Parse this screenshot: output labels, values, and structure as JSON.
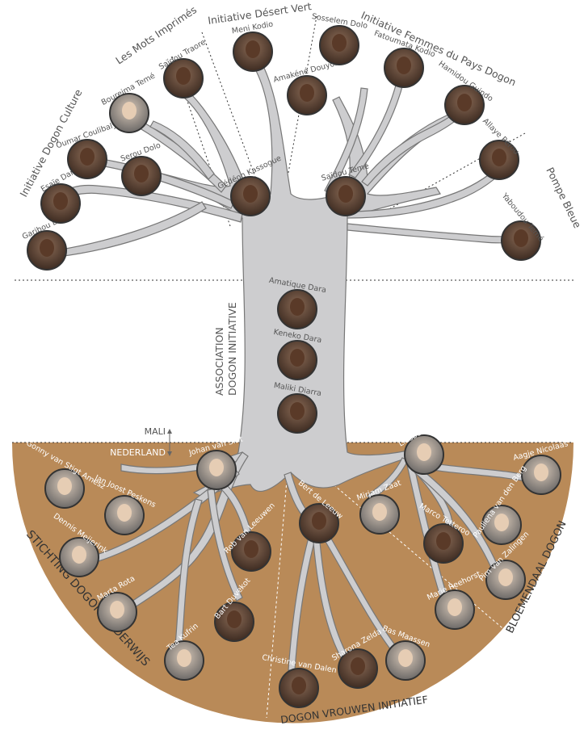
{
  "organizations": {
    "dogon_culture": "Initiative Dogon Culture",
    "mots_imprimes": "Les Mots Imprimés",
    "desert_vert": "Initiative Désert Vert",
    "femmes_pays_dogon": "Initiative Femmes du Pays Dogon",
    "pompe_bleue": "Pompe Bleue",
    "association": [
      "ASSOCIATION",
      "DOGON INITIATIVE"
    ],
    "stichting": "STICHTING DOGON ONDERWIJS",
    "bloemendaal": "BLOEMENDAAL DOGON",
    "vrouwen": "DOGON VROUWEN INITIATIEF"
  },
  "countries": {
    "mali": "MALI",
    "nederland": "NEDERLAND"
  },
  "mali_people": [
    "Garibou Dara",
    "Esaïe Dara",
    "Oumar Coulibaly",
    "Boureima Temé",
    "Serou Dolo",
    "Saïdou Traore",
    "Gédéon Kassogue",
    "Meni Kodio",
    "Amakéné Douyon",
    "Saïdou Temé",
    "Sosselem Dolo",
    "Fatoumata Kodio",
    "Hamidou Guindo",
    "Allaye Pérou",
    "Yaboudou Temé"
  ],
  "trunk_people": [
    "Amatique Dara",
    "Keneko Dara",
    "Maliki Diarra"
  ],
  "nl_people": [
    "Gonny van Stigt Amesz",
    "Johan van Sint",
    "Jan Joost Peskens",
    "Dennis Meijerink",
    "Rob van Leeuwen",
    "Marta Rota",
    "Bart Duvekot",
    "Tea Kufrin",
    "Bert de Leeuw",
    "Christine van Dalen",
    "Sharona Zelda",
    "Bas Maassen",
    "Liesbeth Spigt",
    "Aagje Nicolaas",
    "Mirjam Zaat",
    "Marco Tetteroo",
    "Pauliena van den Berg",
    "Pim van Zalingen",
    "Marie Reehorst"
  ],
  "colors": {
    "soil": "#b98a58",
    "tree": "#cdcdcf",
    "tree_stroke": "#777777",
    "text_dark": "#555555",
    "text_light": "#ffffff"
  }
}
